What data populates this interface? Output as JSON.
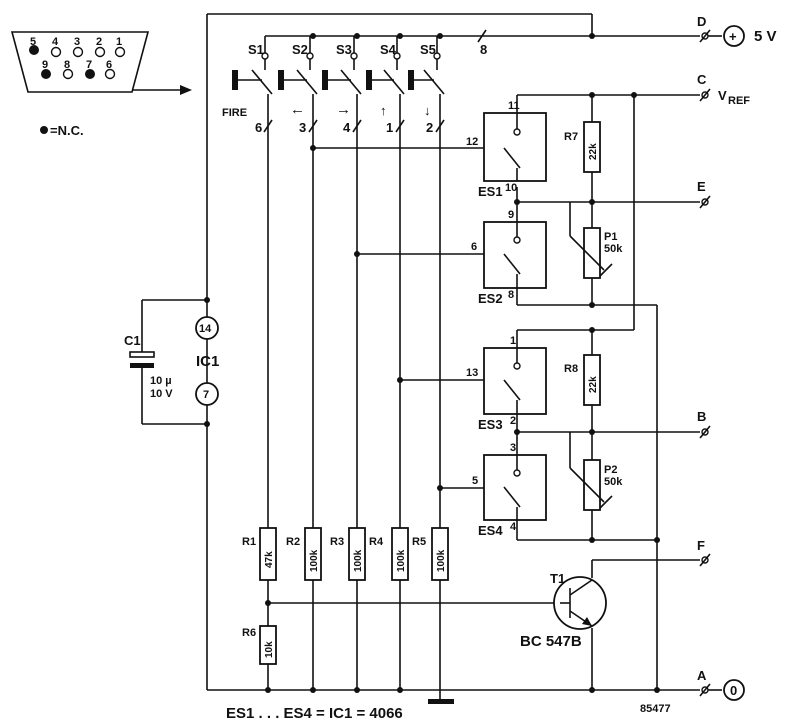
{
  "connector": {
    "pins_top": [
      "5",
      "4",
      "3",
      "2",
      "1"
    ],
    "pins_bottom": [
      "9",
      "8",
      "7",
      "6"
    ],
    "nc_legend": "=N.C."
  },
  "switches": [
    {
      "name": "S1",
      "pin": "6",
      "arrow": "",
      "label": "FIRE"
    },
    {
      "name": "S2",
      "pin": "3",
      "arrow": "←",
      "label": ""
    },
    {
      "name": "S3",
      "pin": "4",
      "arrow": "→",
      "label": ""
    },
    {
      "name": "S4",
      "pin": "1",
      "arrow": "↑",
      "label": ""
    },
    {
      "name": "S5",
      "pin": "2",
      "arrow": "↓",
      "label": ""
    }
  ],
  "common_pin": "8",
  "terminals": {
    "D": {
      "letter": "D",
      "value": "5 V",
      "symbol": "+"
    },
    "C": {
      "letter": "C",
      "value": "V",
      "sub": "REF"
    },
    "E": {
      "letter": "E"
    },
    "B": {
      "letter": "B"
    },
    "F": {
      "letter": "F"
    },
    "A": {
      "letter": "A",
      "symbol": "0"
    }
  },
  "analog_switches": [
    {
      "name": "ES1",
      "in": "11",
      "out": "10",
      "ctrl": "12"
    },
    {
      "name": "ES2",
      "in": "9",
      "out": "8",
      "ctrl": "6"
    },
    {
      "name": "ES3",
      "in": "1",
      "out": "2",
      "ctrl": "13"
    },
    {
      "name": "ES4",
      "in": "3",
      "out": "4",
      "ctrl": "5"
    }
  ],
  "resistors": {
    "R1": "47k",
    "R2": "100k",
    "R3": "100k",
    "R4": "100k",
    "R5": "100k",
    "R6": "10k",
    "R7": "22k",
    "R8": "22k"
  },
  "pots": [
    {
      "name": "P1",
      "value": "50k"
    },
    {
      "name": "P2",
      "value": "50k"
    }
  ],
  "capacitor": {
    "name": "C1",
    "value1": "10 µ",
    "value2": "10 V"
  },
  "ic": {
    "name": "IC1",
    "pin_vdd": "14",
    "pin_vss": "7"
  },
  "transistor": {
    "name": "T1",
    "type": "BC 547B"
  },
  "footer": {
    "note": "ES1 . . . ES4 = IC1 = 4066",
    "code": "85477"
  }
}
